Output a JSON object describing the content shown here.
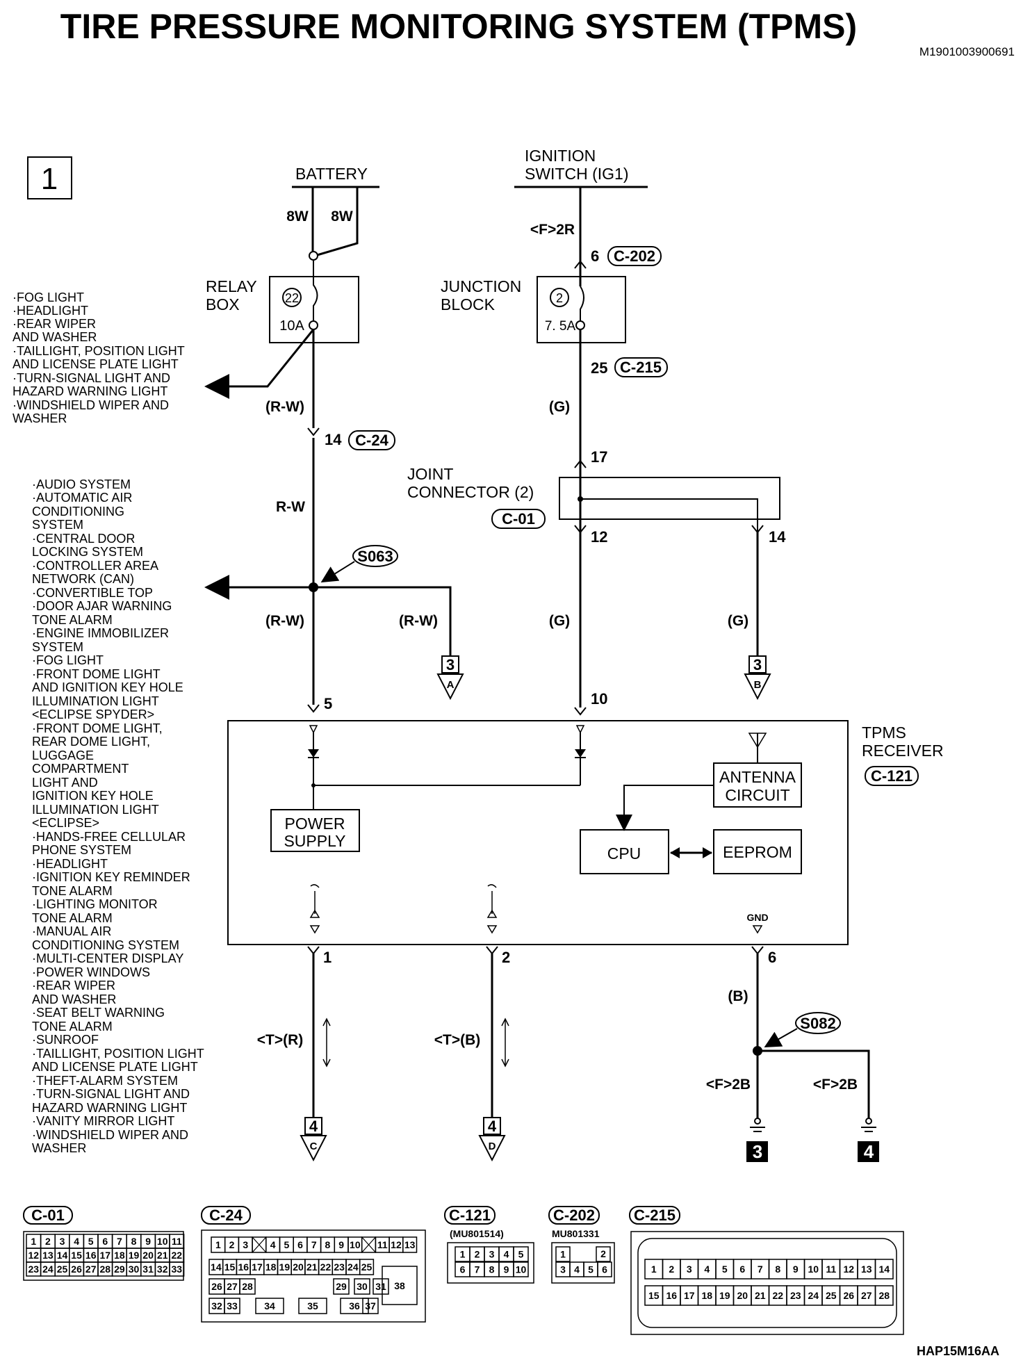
{
  "title": "TIRE PRESSURE MONITORING SYSTEM (TPMS)",
  "doc_code": "M1901003900691",
  "figure_code": "HAP15M16AA",
  "page_marker": "1",
  "battery": {
    "label": "BATTERY",
    "wire_a": "8W",
    "wire_b": "8W"
  },
  "ignition": {
    "label_l1": "IGNITION",
    "label_l2": "SWITCH (IG1)",
    "conn_route": "<F>2R",
    "pin": "6",
    "conn": "C-202"
  },
  "relay_box": {
    "label_l1": "RELAY",
    "label_l2": "BOX",
    "fuse_no": "22",
    "fuse_amp": "10A"
  },
  "junction_block": {
    "label_l1": "JUNCTION",
    "label_l2": "BLOCK",
    "fuse_no": "2",
    "fuse_amp": "7. 5A",
    "pin": "25",
    "conn": "C-215"
  },
  "left_loads_top": [
    "·FOG LIGHT",
    "·HEADLIGHT",
    "·REAR WIPER",
    "AND WASHER",
    "·TAILLIGHT, POSITION LIGHT",
    "AND LICENSE PLATE LIGHT",
    "·TURN-SIGNAL LIGHT AND",
    "HAZARD WARNING LIGHT",
    "·WINDSHIELD WIPER AND",
    "WASHER"
  ],
  "left_loads_main": [
    "·AUDIO SYSTEM",
    "·AUTOMATIC AIR",
    "CONDITIONING",
    "SYSTEM",
    "·CENTRAL DOOR",
    "LOCKING SYSTEM",
    "·CONTROLLER AREA",
    "NETWORK (CAN)",
    "·CONVERTIBLE TOP",
    "·DOOR AJAR WARNING",
    "TONE ALARM",
    "·ENGINE IMMOBILIZER",
    "SYSTEM",
    "·FOG LIGHT",
    "·FRONT DOME LIGHT",
    "AND IGNITION KEY HOLE",
    "ILLUMINATION LIGHT",
    "<ECLIPSE SPYDER>",
    "·FRONT DOME LIGHT,",
    "REAR DOME LIGHT,",
    "LUGGAGE",
    "COMPARTMENT",
    "LIGHT AND",
    "IGNITION KEY HOLE",
    "ILLUMINATION LIGHT",
    "<ECLIPSE>",
    "·HANDS-FREE CELLULAR",
    "PHONE SYSTEM",
    "·HEADLIGHT",
    "·IGNITION KEY REMINDER",
    "TONE ALARM",
    "·LIGHTING MONITOR",
    "TONE ALARM",
    "·MANUAL AIR",
    "CONDITIONING SYSTEM",
    "·MULTI-CENTER DISPLAY",
    "·POWER WINDOWS",
    "·REAR WIPER",
    "AND WASHER",
    "·SEAT BELT WARNING",
    "TONE ALARM",
    "·SUNROOF",
    "·TAILLIGHT, POSITION LIGHT",
    "AND LICENSE PLATE LIGHT",
    "·THEFT-ALARM SYSTEM",
    "·TURN-SIGNAL LIGHT AND",
    "HAZARD WARNING LIGHT",
    "·VANITY MIRROR LIGHT",
    "·WINDSHIELD WIPER AND",
    "WASHER"
  ],
  "wires": {
    "rw": "(R-W)",
    "rw_plain": "R-W",
    "g": "(G)",
    "b": "(B)",
    "t_r": "<T>(R)",
    "t_b": "<T>(B)",
    "f2b": "<F>2B"
  },
  "c24": {
    "pin": "14",
    "conn": "C-24"
  },
  "joint": {
    "label_l1": "JOINT",
    "label_l2": "CONNECTOR (2)",
    "conn": "C-01",
    "pin_in": "17",
    "pin_out1": "12",
    "pin_out2": "14"
  },
  "splices": {
    "s063": "S063",
    "s082": "S082"
  },
  "refs": {
    "a_num": "3",
    "a_letter": "A",
    "b_num": "3",
    "b_letter": "B",
    "c_num": "4",
    "c_letter": "C",
    "d_num": "4",
    "d_letter": "D",
    "g3": "3",
    "g4": "4"
  },
  "receiver": {
    "label_l1": "TPMS",
    "label_l2": "RECEIVER",
    "conn": "C-121",
    "pin_power": "5",
    "pin_ign": "10",
    "pin1": "1",
    "pin2": "2",
    "pin_gnd": "6",
    "gnd": "GND",
    "power_l1": "POWER",
    "power_l2": "SUPPLY",
    "antenna_l1": "ANTENNA",
    "antenna_l2": "CIRCUIT",
    "cpu": "CPU",
    "eeprom": "EEPROM"
  },
  "connectors": {
    "c01": {
      "name": "C-01",
      "row1": [
        "1",
        "2",
        "3",
        "4",
        "5",
        "6",
        "7",
        "8",
        "9",
        "10",
        "11"
      ],
      "row2": [
        "12",
        "13",
        "14",
        "15",
        "16",
        "17",
        "18",
        "19",
        "20",
        "21",
        "22"
      ],
      "row3": [
        "23",
        "24",
        "25",
        "26",
        "27",
        "28",
        "29",
        "30",
        "31",
        "32",
        "33"
      ]
    },
    "c24": {
      "name": "C-24",
      "row1": [
        "1",
        "2",
        "3",
        "",
        "4",
        "5",
        "6",
        "7",
        "8",
        "9",
        "10",
        "",
        "11",
        "12",
        "13"
      ],
      "row2": [
        "14",
        "15",
        "16",
        "17",
        "18",
        "19",
        "20",
        "21",
        "22",
        "23",
        "24",
        "25"
      ],
      "row3a": [
        "26",
        "27",
        "28",
        "29",
        "30",
        "31"
      ],
      "row3b": [
        "32",
        "33",
        "34",
        "35",
        "36",
        "37"
      ],
      "big": "38"
    },
    "c121": {
      "name": "C-121",
      "part": "(MU801514)",
      "row1": [
        "1",
        "2",
        "3",
        "4",
        "5"
      ],
      "row2": [
        "6",
        "7",
        "8",
        "9",
        "10"
      ]
    },
    "c202": {
      "name": "C-202",
      "part": "MU801331",
      "row1": [
        "1",
        "2"
      ],
      "row2": [
        "3",
        "4",
        "5",
        "6"
      ]
    },
    "c215": {
      "name": "C-215",
      "row1": [
        "1",
        "2",
        "3",
        "4",
        "5",
        "6",
        "7",
        "8",
        "9",
        "10",
        "11",
        "12",
        "13",
        "14"
      ],
      "row2": [
        "15",
        "16",
        "17",
        "18",
        "19",
        "20",
        "21",
        "22",
        "23",
        "24",
        "25",
        "26",
        "27",
        "28"
      ]
    }
  }
}
